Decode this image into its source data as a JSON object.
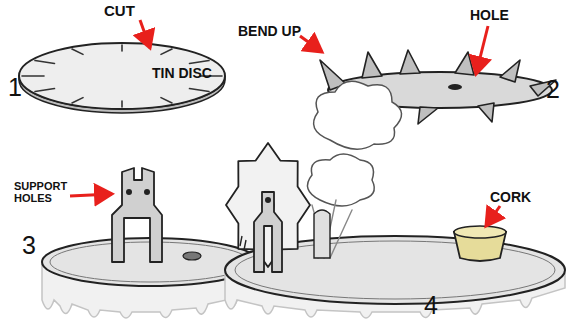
{
  "diagram": {
    "labels": [
      "CUT",
      "TIN DISC",
      "1",
      "BEND UP",
      "HOLE",
      "2",
      "SUPPORT HOLES",
      "3",
      "CORK",
      "4"
    ]
  }
}
